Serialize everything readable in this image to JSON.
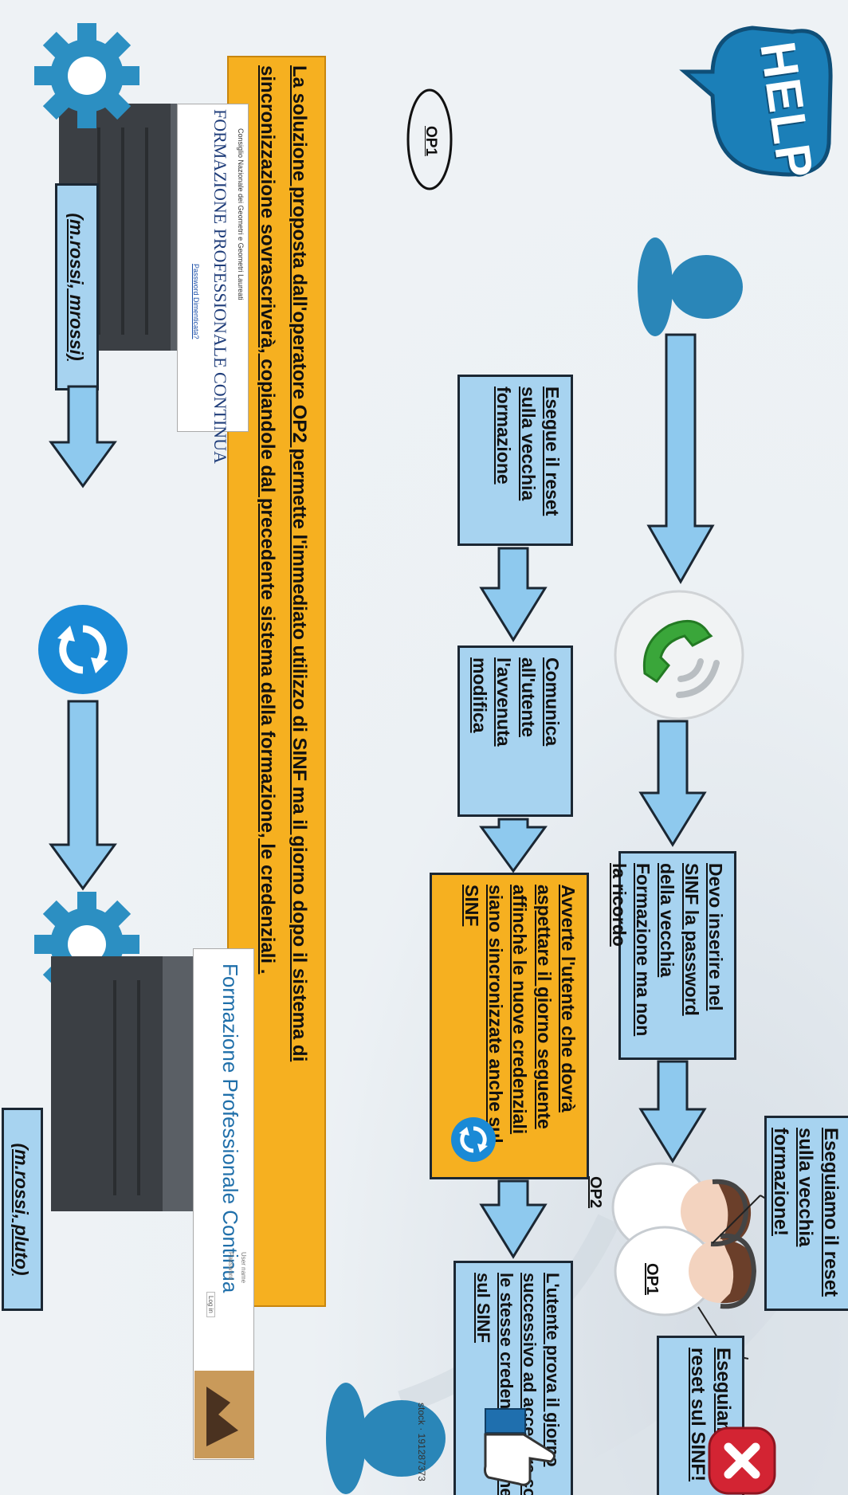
{
  "help_bubble": "HELP",
  "op1_label": "OP1",
  "op2_label": "OP2",
  "watermark": "stock · 191287373",
  "boxes": {
    "devo": "Devo inserire nel SINF la password della vecchia Formazione ma non la ricordo",
    "reset_old": "Eseguiamo il reset sulla vecchia formazione!",
    "reset_sinf": "Eseguiamo il reset sul SINF!",
    "esegue": "Esegue il reset sulla vecchia formazione",
    "comunica": "Comunica all'utente l'avvenuta modifica",
    "avverte": "Avverte l'utente che dovrà aspettare il giorno seguente affinchè le nuove credenziali siano sincronizzate anche sul SINF",
    "prova": "L'utente prova il giorno successivo ad accedere con le stesse credenziali anche sul SINF"
  },
  "caption": {
    "line1": "La soluzione proposta dall'operatore OP2 permette l'immediato utilizzo di SINF ma il giorno dopo il sistema di",
    "line2": "sincronizzazione sovrascriverà, copiandole dal precedente sistema della formazione, le credenziali ."
  },
  "credentials": {
    "old": "(m.rossi, mrossi)",
    "new": "(m.rossi, pluto)"
  },
  "screens": {
    "old_title": "FORMAZIONE PROFESSIONALE CONTINUA",
    "old_header": "Consiglio Nazionale dei Geometri e Geometri Laureati",
    "old_link": "Password Dimenticata?",
    "new_title": "Formazione Professionale Continua",
    "new_login": "Log in",
    "new_username": "User name",
    "new_password": "Password"
  },
  "colors": {
    "box_blue": "#a7d3f0",
    "box_orange": "#f6b020",
    "arrow_blue": "#8ec9ee",
    "person_blue": "#2a86b8",
    "gear_blue": "#2c8fc2",
    "sync_blue": "#1a8ad6",
    "phone_green": "#3aa63a",
    "reject_red": "#d32433",
    "help_blue": "#1b7fb8"
  }
}
